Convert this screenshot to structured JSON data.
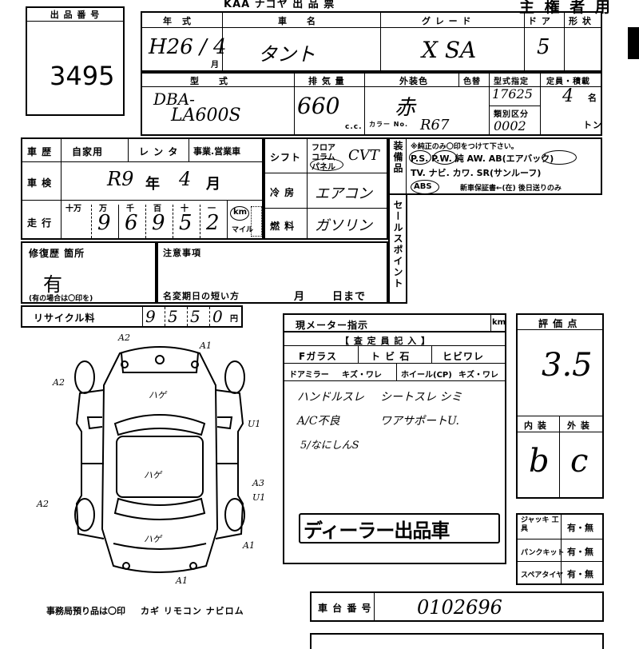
{
  "header": {
    "lot_label": "出 品 番 号",
    "lot_number": "3495",
    "top_banner": "主 権 者 用",
    "top_cut_text": "KAA ナゴヤ 出 品 票"
  },
  "vehicle_row": {
    "year_label": "年　式",
    "year_value": "H26 / 4",
    "month_mark": "月",
    "name_label": "車　　名",
    "name_value": "タント",
    "grade_label": "グ レ ー ド",
    "grade_value": "X SA",
    "door_label": "ド ア",
    "door_value": "5",
    "shape_label": "形 状"
  },
  "type_row": {
    "model_label": "型　　式",
    "model_value_1": "DBA-",
    "model_value_2": "LA600S",
    "displacement_label": "排 気 量",
    "displacement_value": "660",
    "cc_unit": "c.c.",
    "exterior_label": "外装色",
    "color_change_label": "色替",
    "exterior_value": "赤",
    "color_no_label": "カラー No.",
    "color_no_value": "R67",
    "type_designation_label": "型式指定",
    "type_designation_value": "17625",
    "category_label": "類別区分",
    "category_value": "0002",
    "capacity_label": "定員・積載",
    "capacity_value": "4",
    "capacity_unit": "名",
    "load_unit": "トン"
  },
  "history": {
    "label": "車 歴",
    "options": [
      "自家用",
      "レ ン タ",
      "事業.営業車"
    ],
    "inspection_label": "車 検",
    "inspection_value_r": "R9",
    "inspection_year": "年",
    "inspection_month_value": "4",
    "inspection_month": "月",
    "mileage_label": "走 行",
    "digit_units": [
      "十万",
      "万",
      "千",
      "百",
      "十",
      "一"
    ],
    "mileage_digits": [
      "9",
      "6",
      "9",
      "5",
      "2"
    ],
    "km_label": "km",
    "mile_label": "マイル"
  },
  "shift": {
    "label": "シフト",
    "options": [
      "フロア",
      "コラム",
      "パネル"
    ],
    "value": "CVT",
    "ac_label": "冷 房",
    "ac_value": "エアコン",
    "fuel_label": "燃 料",
    "fuel_value": "ガソリン"
  },
  "equipment": {
    "label": "装備品",
    "note": "※純正のみ〇印をつけて下さい。",
    "line1": "P.S. P.W. 純 AW. AB(エアバック)",
    "line2": "TV. ナビ. カワ. SR(サンルーフ)",
    "line3_abs": "ABS",
    "line3_rest": "新車保証書←(在) 後日送りのみ"
  },
  "sales_point_label": "セールスポイント",
  "repair": {
    "label": "修復歴 箇所",
    "value": "有",
    "note": "(有の場合は〇印を)"
  },
  "notes": {
    "label": "注意事項",
    "name_change_label": "名変期日の短い方",
    "month": "月",
    "day": "日まで"
  },
  "recycle": {
    "label": "リサイクル料",
    "digits": [
      "9",
      "5",
      "5",
      "0"
    ],
    "unit": "円"
  },
  "meter": {
    "label": "現メーター指示",
    "unit": "km"
  },
  "inspector": {
    "header": "【 査 定 員 記 入 】",
    "glass_label": "Fガラス",
    "glass_opts": [
      "ト ビ 石",
      "ヒビワレ"
    ],
    "mirror_label": "ドアミラー",
    "mirror_opts": "キズ・ワレ",
    "wheel_label": "ホイール(CP)",
    "wheel_opts": "キズ・ワレ",
    "note1a": "ハンドルスレ",
    "note1b": "シートスレ シミ",
    "note2a": "A/C不良",
    "note2b": "ワアサポートU.",
    "note3": "5/なにしんS",
    "stamp": "ディーラー出品車"
  },
  "score": {
    "label": "評 価 点",
    "value": "3.5",
    "interior_label": "内 装",
    "exterior_label": "外 装",
    "interior_value": "b",
    "exterior_value": "c"
  },
  "tools": [
    {
      "label": "ジャッキ 工 具",
      "value": "有・無"
    },
    {
      "label": "パンクキット",
      "value": "有・無"
    },
    {
      "label": "スペアタイヤ",
      "value": "有・無"
    }
  ],
  "chassis": {
    "label": "車 台 番 号",
    "value": "0102696"
  },
  "diagram": {
    "marks": [
      "A2",
      "A1",
      "A2",
      "U1",
      "A3",
      "U1",
      "A2",
      "A1",
      "A1"
    ],
    "notes": [
      "ハゲ",
      "ハゲ",
      "ハゲ"
    ]
  },
  "office": {
    "label": "事務局預り品は〇印",
    "items": "カギ リモコン ナビロム"
  }
}
